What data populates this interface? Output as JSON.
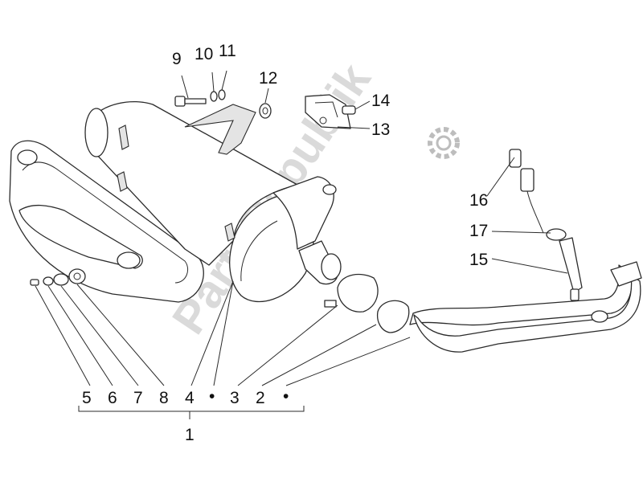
{
  "watermark": {
    "text": "PartsRepublik"
  },
  "colors": {
    "line": "#2b2b2b",
    "text": "#111111",
    "watermark": "#bdbdbd",
    "background": "#ffffff"
  },
  "callouts": {
    "n1": "1",
    "n2": "2",
    "n3": "3",
    "n4": "4",
    "n5": "5",
    "n6": "6",
    "n7": "7",
    "n8": "8",
    "n9": "9",
    "n10": "10",
    "n11": "11",
    "n12": "12",
    "n13": "13",
    "n14": "14",
    "n15": "15",
    "n16": "16",
    "n17": "17"
  },
  "bullets": {
    "b1": "•",
    "b2": "•"
  }
}
